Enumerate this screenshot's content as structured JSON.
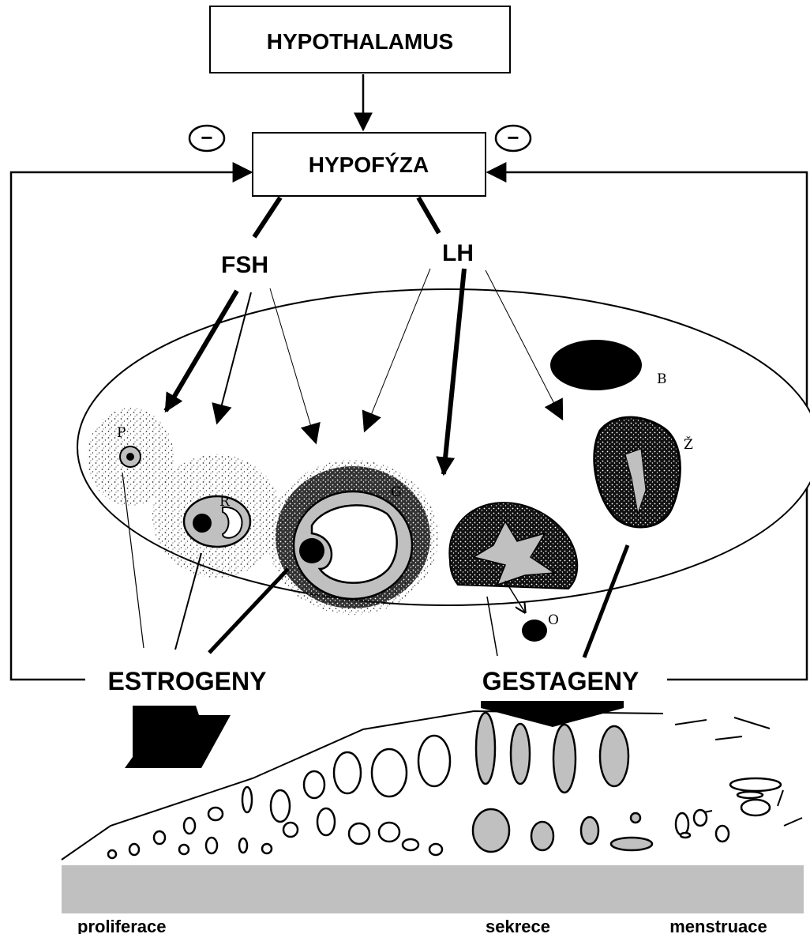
{
  "boxes": {
    "hypothalamus": "HYPOTHALAMUS",
    "hypofyza": "HYPOFÝZA"
  },
  "hormones": {
    "fsh": "FSH",
    "lh": "LH"
  },
  "feedback_sign": "−",
  "ovary_labels": {
    "primordial": "P",
    "growing": "R",
    "graafian": "G",
    "corpus_luteum": "Ž",
    "corpus_albicans": "B",
    "oocyte": "O"
  },
  "outputs": {
    "estrogens": "ESTROGENY",
    "gestagens": "GESTAGENY"
  },
  "phases": {
    "proliferation": "proliferace",
    "secretion": "sekrece",
    "menstruation": "menstruace"
  },
  "colors": {
    "ink": "#000000",
    "gray": "#c0c0c0",
    "dark": "#222222"
  }
}
